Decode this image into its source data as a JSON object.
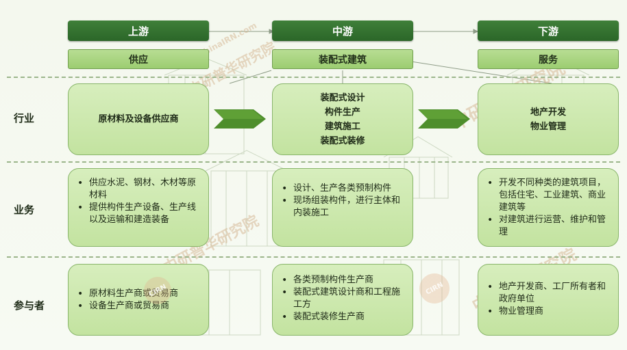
{
  "header": {
    "upstream": "上游",
    "midstream": "中游",
    "downstream": "下游"
  },
  "sub": {
    "upstream": "供应",
    "midstream": "装配式建筑",
    "downstream": "服务"
  },
  "rows": {
    "industry": "行业",
    "business": "业务",
    "participants": "参与者"
  },
  "industry": {
    "up": [
      "原材料及设备供应商"
    ],
    "mid": [
      "装配式设计",
      "构件生产",
      "建筑施工",
      "装配式装修"
    ],
    "down": [
      "地产开发",
      "物业管理"
    ]
  },
  "business": {
    "up": [
      "供应水泥、钢材、木材等原材料",
      "提供构件生产设备、生产线以及运输和建造装备"
    ],
    "mid": [
      "设计、生产各类预制构件",
      "现场组装构件，进行主体和内装施工"
    ],
    "down": [
      "开发不同种类的建筑项目，包括住宅、工业建筑、商业建筑等",
      "对建筑进行运营、维护和管理"
    ]
  },
  "participants": {
    "up": [
      "原材料生产商或贸易商",
      "设备生产商或贸易商"
    ],
    "mid": [
      "各类预制构件生产商",
      "装配式建筑设计商和工程施工方",
      "装配式装修生产商"
    ],
    "down": [
      "地产开发商、工厂所有者和政府单位",
      "物业管理商"
    ]
  },
  "watermark": {
    "url": "www.ChinaIRN.com",
    "name": "中研普华研究院",
    "logo": "CIRN"
  },
  "colors": {
    "header_green": "#2f6d2b",
    "sub_green": "#a8d480",
    "box_green": "#cde8b0",
    "arrow_green": "#4e8e2c"
  }
}
